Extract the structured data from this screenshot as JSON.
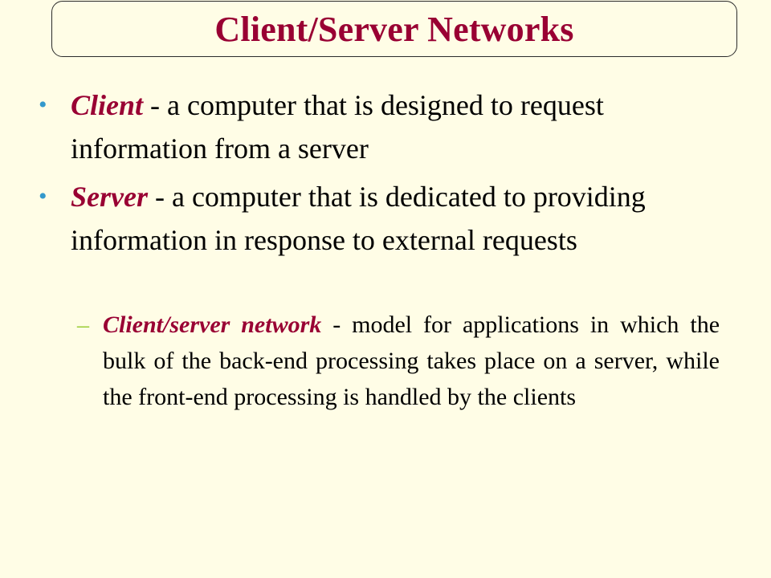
{
  "slide": {
    "title": "Client/Server Networks",
    "bullets": [
      {
        "marker": "•",
        "term": "Client",
        "text": " - a computer that is designed to request information from a server"
      },
      {
        "marker": "•",
        "term": "Server",
        "text": " - a computer that is dedicated to providing information in response to external requests"
      }
    ],
    "sub_bullet": {
      "marker": "–",
      "term": "Client/server network",
      "text": " - model for applications in which the bulk of the back-end processing takes place on a server, while the front-end processing is handled by the clients"
    }
  },
  "colors": {
    "background": "#fffde6",
    "title": "#990033",
    "term": "#990033",
    "bullet_marker": "#3399cc",
    "sub_marker": "#99cc33"
  }
}
